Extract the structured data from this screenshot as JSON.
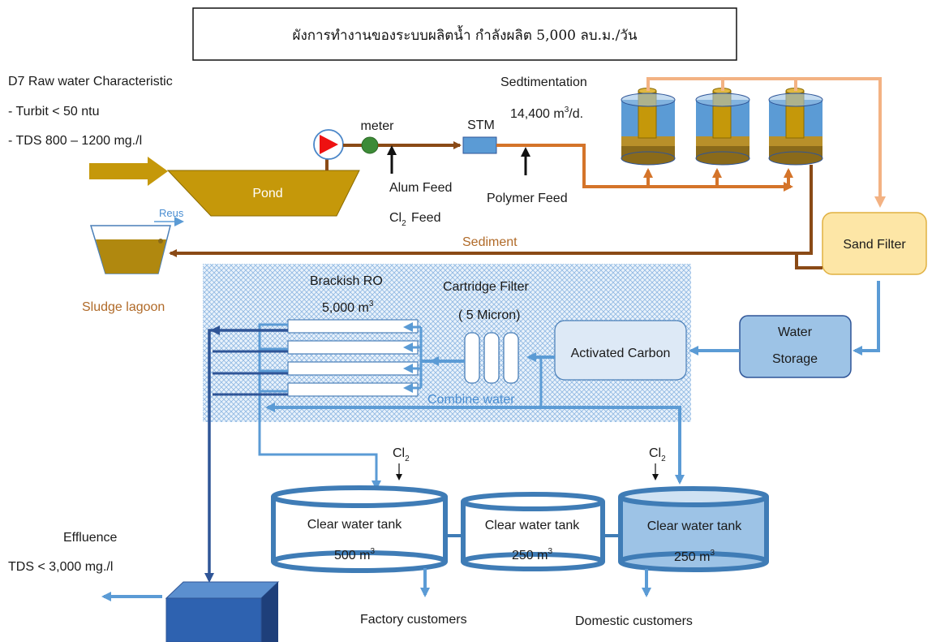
{
  "title": "ผังการทำงานของระบบผลิตน้ำ กำลังผลิต 5,000 ลบ.ม./วัน",
  "raw_water": {
    "heading": "D7 Raw water Characteristic",
    "turbidity": "- Turbit  < 50 ntu",
    "tds": "- TDS 800 – 1200 mg./l"
  },
  "pond": {
    "label": "Pond"
  },
  "meter": {
    "label": "meter"
  },
  "stm": {
    "label": "STM"
  },
  "alum_feed": {
    "label": "Alum Feed"
  },
  "cl2_feed": {
    "label": "Feed"
  },
  "polymer_feed": {
    "label": "Polymer Feed"
  },
  "sedimentation": {
    "label": "Sedtimentation",
    "capacity_prefix": "14,400 m",
    "capacity_suffix": "/d."
  },
  "sand_filter": {
    "label": "Sand Filter"
  },
  "sediment": {
    "label": "Sediment"
  },
  "reus": {
    "label": "Reus"
  },
  "sludge_lagoon": {
    "label": "Sludge lagoon"
  },
  "brackish_ro": {
    "label": "Brackish RO",
    "capacity": "5,000 m"
  },
  "cartridge_filter": {
    "label": "Cartridge Filter",
    "micron": "( 5 Micron)"
  },
  "activated_carbon": {
    "label": "Activated Carbon"
  },
  "water_storage": {
    "label_line1": "Water",
    "label_line2": "Storage"
  },
  "combine_water": {
    "label": "Combine water"
  },
  "tanks": [
    {
      "label": "Clear water tank",
      "capacity": "500 m"
    },
    {
      "label": "Clear water tank",
      "capacity": "250 m"
    },
    {
      "label": "Clear water tank",
      "capacity": "250 m"
    }
  ],
  "cl2_label": "Cl",
  "cl2_sub": "2",
  "cube_sup": "3",
  "factory_customers": "Factory customers",
  "domestic_customers": "Domestic customers",
  "effluence": {
    "label": "Effluence",
    "tds": "TDS < 3,000 mg./l"
  },
  "colors": {
    "raw_water": "#c5980a",
    "brown_pipe": "#8a4a16",
    "orange_pipe": "#d4742a",
    "peach_pipe": "#f3b283",
    "blue_pipe": "#5b9bd5",
    "dark_blue_pipe": "#2f5597",
    "sand_filter": "#fde6a6",
    "storage": "#9dc3e6"
  }
}
